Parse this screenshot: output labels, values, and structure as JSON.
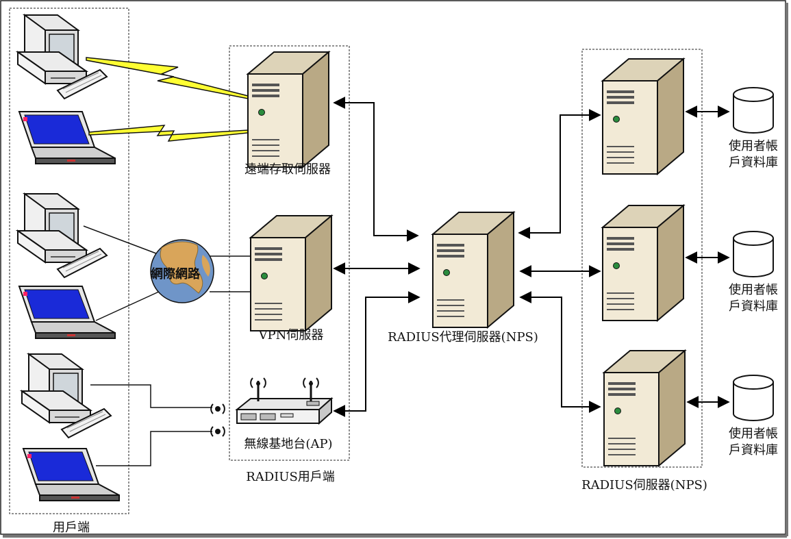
{
  "groups": {
    "clients": "用戶端",
    "radius_clients": "RADIUS用戶端",
    "radius_servers": "RADIUS伺服器(NPS)"
  },
  "nodes": {
    "remote_access_server": "遠端存取伺服器",
    "vpn_server": "VPN伺服器",
    "wireless_ap": "無線基地台(AP)",
    "radius_proxy": "RADIUS代理伺服器(NPS)",
    "internet": "網際網路",
    "user_db_1": "使用者帳\n戶資料庫",
    "user_db_2": "使用者帳\n戶資料庫",
    "user_db_3": "使用者帳\n戶資料庫"
  },
  "colors": {
    "server_front": "#f2ead6",
    "server_side": "#b9a985",
    "screen_blue": "#1a2ad8",
    "lightning": "#ffff33",
    "globe_ocean": "#6f95c8",
    "globe_land": "#d9a55a",
    "border": "#222222"
  },
  "icons": [
    "desktop-computer-icon",
    "laptop-icon",
    "server-tower-icon",
    "globe-icon",
    "wireless-router-icon",
    "database-cylinder-icon",
    "lightning-link-icon",
    "wireless-signal-icon"
  ]
}
